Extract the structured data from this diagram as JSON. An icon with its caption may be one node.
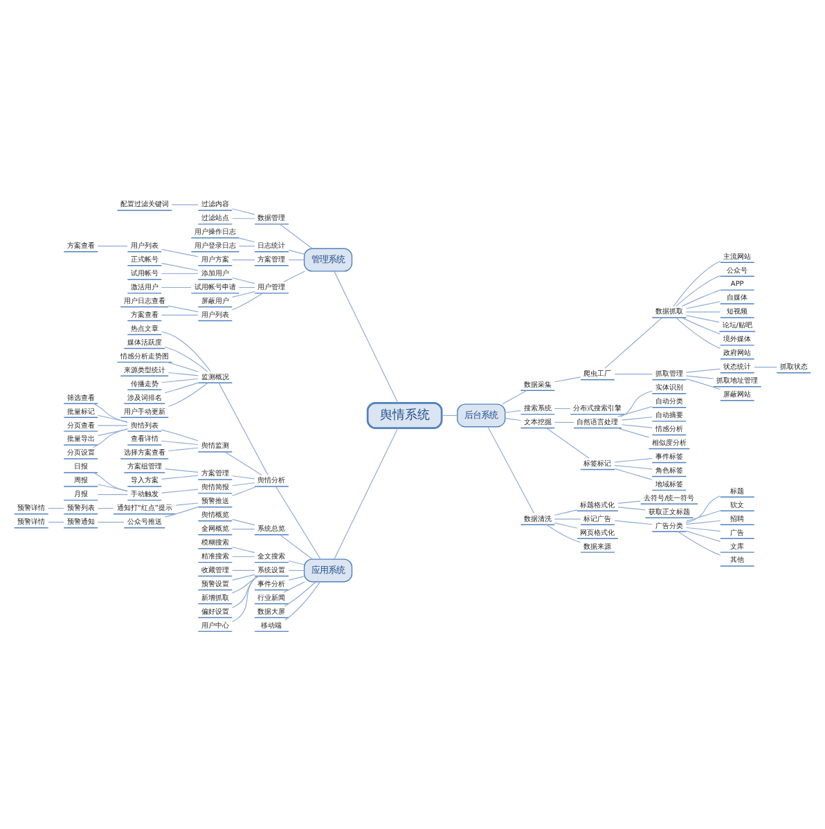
{
  "diagram": {
    "nodes": [
      {
        "text": [
          "舆情系统"
        ]
      },
      {
        "text": [
          "管理系统"
        ]
      },
      {
        "text": [
          "数据管理"
        ]
      },
      {
        "text": [
          "过滤内容"
        ]
      },
      {
        "text": [
          "配置过滤关键词"
        ]
      },
      {
        "text": [
          "过滤站点"
        ]
      },
      {
        "text": [
          "日志统计"
        ]
      },
      {
        "text": [
          "用户操作日志"
        ]
      },
      {
        "text": [
          "用户登录日志"
        ]
      },
      {
        "text": [
          "方案管理"
        ]
      },
      {
        "text": [
          "用户方案"
        ]
      },
      {
        "text": [
          "用户列表"
        ]
      },
      {
        "text": [
          "方案查看"
        ]
      },
      {
        "text": [
          "用户管理"
        ]
      },
      {
        "text": [
          "添加用户"
        ]
      },
      {
        "text": [
          "正式帐号"
        ]
      },
      {
        "text": [
          "试用帐号"
        ]
      },
      {
        "text": [
          "试用帐号申请"
        ]
      },
      {
        "text": [
          "激活用户"
        ]
      },
      {
        "text": [
          "屏蔽用户"
        ]
      },
      {
        "text": [
          "用户列表"
        ]
      },
      {
        "text": [
          "用户日志查看"
        ]
      },
      {
        "text": [
          "方案查看"
        ]
      },
      {
        "text": [
          "应用系统"
        ]
      },
      {
        "text": [
          "舆情分析"
        ]
      },
      {
        "text": [
          "监测概况"
        ]
      },
      {
        "text": [
          "热点文章"
        ]
      },
      {
        "text": [
          "媒体活跃度"
        ]
      },
      {
        "text": [
          "情感分析走势图"
        ]
      },
      {
        "text": [
          "来源类型统计"
        ]
      },
      {
        "text": [
          "传播走势"
        ]
      },
      {
        "text": [
          "涉及词排名"
        ]
      },
      {
        "text": [
          "用户手动更新"
        ]
      },
      {
        "text": [
          "舆情监测"
        ]
      },
      {
        "text": [
          "舆情列表"
        ]
      },
      {
        "text": [
          "筛选查看"
        ]
      },
      {
        "text": [
          "批量标记"
        ]
      },
      {
        "text": [
          "分页查看"
        ]
      },
      {
        "text": [
          "批量导出"
        ]
      },
      {
        "text": [
          "分页设置"
        ]
      },
      {
        "text": [
          "查看详情"
        ]
      },
      {
        "text": [
          "选择方案查看"
        ]
      },
      {
        "text": [
          "方案管理"
        ]
      },
      {
        "text": [
          "方案组管理"
        ]
      },
      {
        "text": [
          "导入方案"
        ]
      },
      {
        "text": [
          "舆情简报"
        ]
      },
      {
        "text": [
          "手动触发"
        ]
      },
      {
        "text": [
          "日报"
        ]
      },
      {
        "text": [
          "周报"
        ]
      },
      {
        "text": [
          "月报"
        ]
      },
      {
        "text": [
          "预警推送"
        ]
      },
      {
        "text": [
          "通知打“红点”提示"
        ]
      },
      {
        "text": [
          "预警列表"
        ]
      },
      {
        "text": [
          "预警详情"
        ]
      },
      {
        "text": [
          "公众号推送"
        ]
      },
      {
        "text": [
          "预警通知"
        ]
      },
      {
        "text": [
          "预警详情"
        ]
      },
      {
        "text": [
          "系统总览"
        ]
      },
      {
        "text": [
          "舆情概览"
        ]
      },
      {
        "text": [
          "全网概览"
        ]
      },
      {
        "text": [
          "全文搜索"
        ]
      },
      {
        "text": [
          "模糊搜索"
        ]
      },
      {
        "text": [
          "精准搜索"
        ]
      },
      {
        "text": [
          "系统设置"
        ]
      },
      {
        "text": [
          "收藏管理"
        ]
      },
      {
        "text": [
          "预警设置"
        ]
      },
      {
        "text": [
          "新增抓取"
        ]
      },
      {
        "text": [
          "偏好设置"
        ]
      },
      {
        "text": [
          "用户中心"
        ]
      },
      {
        "text": [
          "事件分析"
        ]
      },
      {
        "text": [
          "行业新闻"
        ]
      },
      {
        "text": [
          "数据大屏"
        ]
      },
      {
        "text": [
          "移动端"
        ]
      },
      {
        "text": [
          "后台系统"
        ]
      },
      {
        "text": [
          "数据采集"
        ]
      },
      {
        "text": [
          "爬虫工厂"
        ]
      },
      {
        "text": [
          "数据抓取"
        ]
      },
      {
        "text": [
          "主流网站"
        ]
      },
      {
        "text": [
          "公众号"
        ]
      },
      {
        "text": [
          "APP"
        ]
      },
      {
        "text": [
          "自媒体"
        ]
      },
      {
        "text": [
          "短视频"
        ]
      },
      {
        "text": [
          "论坛/贴吧"
        ]
      },
      {
        "text": [
          "境外媒体"
        ]
      },
      {
        "text": [
          "政府网站"
        ]
      },
      {
        "text": [
          "抓取管理"
        ]
      },
      {
        "text": [
          "状态统计"
        ]
      },
      {
        "text": [
          "抓取状态"
        ]
      },
      {
        "text": [
          "抓取地址管理"
        ]
      },
      {
        "text": [
          "屏蔽网站"
        ]
      },
      {
        "text": [
          "搜索系统"
        ]
      },
      {
        "text": [
          "分布式搜索引擎"
        ]
      },
      {
        "text": [
          "文本挖掘"
        ]
      },
      {
        "text": [
          "自然语言处理"
        ]
      },
      {
        "text": [
          "实体识别"
        ]
      },
      {
        "text": [
          "自动分类"
        ]
      },
      {
        "text": [
          "自动摘要"
        ]
      },
      {
        "text": [
          "情感分析"
        ]
      },
      {
        "text": [
          "相似度分析"
        ]
      },
      {
        "text": [
          "标签标记"
        ]
      },
      {
        "text": [
          "事件标签"
        ]
      },
      {
        "text": [
          "角色标签"
        ]
      },
      {
        "text": [
          "地域标签"
        ]
      },
      {
        "text": [
          "数据清洗"
        ]
      },
      {
        "text": [
          "标题格式化"
        ]
      },
      {
        "text": [
          "去符号/统一符号"
        ]
      },
      {
        "text": [
          "获取正文标题"
        ]
      },
      {
        "text": [
          "标记广告"
        ]
      },
      {
        "text": [
          "广告分类"
        ]
      },
      {
        "text": [
          "标题"
        ]
      },
      {
        "text": [
          "软文"
        ]
      },
      {
        "text": [
          "招聘"
        ]
      },
      {
        "text": [
          "广告"
        ]
      },
      {
        "text": [
          "文库"
        ]
      },
      {
        "text": [
          "其他"
        ]
      },
      {
        "text": [
          "网页格式化"
        ]
      },
      {
        "text": [
          "数据来源"
        ]
      }
    ],
    "edges": [
      {
        "from": 1,
        "to": 0,
        "arrow": "none"
      },
      {
        "from": 2,
        "to": 1,
        "arrow": "none"
      },
      {
        "from": 3,
        "to": 2,
        "arrow": "none"
      },
      {
        "from": 4,
        "to": 3,
        "arrow": "none"
      },
      {
        "from": 5,
        "to": 2,
        "arrow": "none"
      },
      {
        "from": 6,
        "to": 1,
        "arrow": "none"
      },
      {
        "from": 7,
        "to": 6,
        "arrow": "none"
      },
      {
        "from": 8,
        "to": 6,
        "arrow": "none"
      },
      {
        "from": 9,
        "to": 1,
        "arrow": "none"
      },
      {
        "from": 10,
        "to": 9,
        "arrow": "none"
      },
      {
        "from": 11,
        "to": 10,
        "arrow": "none"
      },
      {
        "from": 12,
        "to": 11,
        "arrow": "none"
      },
      {
        "from": 13,
        "to": 1,
        "arrow": "none"
      },
      {
        "from": 14,
        "to": 13,
        "arrow": "none"
      },
      {
        "from": 15,
        "to": 14,
        "arrow": "none"
      },
      {
        "from": 16,
        "to": 14,
        "arrow": "none"
      },
      {
        "from": 17,
        "to": 13,
        "arrow": "none"
      },
      {
        "from": 18,
        "to": 17,
        "arrow": "none"
      },
      {
        "from": 19,
        "to": 13,
        "arrow": "none"
      },
      {
        "from": 20,
        "to": 13,
        "arrow": "none"
      },
      {
        "from": 21,
        "to": 20,
        "arrow": "none"
      },
      {
        "from": 22,
        "to": 20,
        "arrow": "none"
      },
      {
        "from": 23,
        "to": 0,
        "arrow": "none"
      },
      {
        "from": 24,
        "to": 23,
        "arrow": "none"
      },
      {
        "from": 25,
        "to": 24,
        "arrow": "none"
      },
      {
        "from": 26,
        "to": 25,
        "arrow": "none"
      },
      {
        "from": 27,
        "to": 25,
        "arrow": "none"
      },
      {
        "from": 28,
        "to": 25,
        "arrow": "none"
      },
      {
        "from": 29,
        "to": 25,
        "arrow": "none"
      },
      {
        "from": 30,
        "to": 25,
        "arrow": "none"
      },
      {
        "from": 31,
        "to": 25,
        "arrow": "none"
      },
      {
        "from": 32,
        "to": 25,
        "arrow": "none"
      },
      {
        "from": 33,
        "to": 24,
        "arrow": "none"
      },
      {
        "from": 34,
        "to": 33,
        "arrow": "none"
      },
      {
        "from": 35,
        "to": 34,
        "arrow": "none"
      },
      {
        "from": 36,
        "to": 34,
        "arrow": "none"
      },
      {
        "from": 37,
        "to": 34,
        "arrow": "none"
      },
      {
        "from": 38,
        "to": 34,
        "arrow": "none"
      },
      {
        "from": 39,
        "to": 34,
        "arrow": "none"
      },
      {
        "from": 40,
        "to": 33,
        "arrow": "none"
      },
      {
        "from": 41,
        "to": 33,
        "arrow": "none"
      },
      {
        "from": 42,
        "to": 24,
        "arrow": "none"
      },
      {
        "from": 43,
        "to": 42,
        "arrow": "none"
      },
      {
        "from": 44,
        "to": 42,
        "arrow": "none"
      },
      {
        "from": 45,
        "to": 24,
        "arrow": "none"
      },
      {
        "from": 46,
        "to": 45,
        "arrow": "none"
      },
      {
        "from": 47,
        "to": 46,
        "arrow": "none"
      },
      {
        "from": 48,
        "to": 46,
        "arrow": "none"
      },
      {
        "from": 49,
        "to": 46,
        "arrow": "none"
      },
      {
        "from": 50,
        "to": 24,
        "arrow": "none"
      },
      {
        "from": 51,
        "to": 50,
        "arrow": "none"
      },
      {
        "from": 52,
        "to": 51,
        "arrow": "none"
      },
      {
        "from": 53,
        "to": 52,
        "arrow": "none"
      },
      {
        "from": 54,
        "to": 50,
        "arrow": "none"
      },
      {
        "from": 55,
        "to": 54,
        "arrow": "none"
      },
      {
        "from": 56,
        "to": 55,
        "arrow": "none"
      },
      {
        "from": 57,
        "to": 23,
        "arrow": "none"
      },
      {
        "from": 58,
        "to": 57,
        "arrow": "none"
      },
      {
        "from": 59,
        "to": 57,
        "arrow": "none"
      },
      {
        "from": 60,
        "to": 23,
        "arrow": "none"
      },
      {
        "from": 61,
        "to": 60,
        "arrow": "none"
      },
      {
        "from": 62,
        "to": 60,
        "arrow": "none"
      },
      {
        "from": 63,
        "to": 23,
        "arrow": "none"
      },
      {
        "from": 64,
        "to": 63,
        "arrow": "none"
      },
      {
        "from": 65,
        "to": 63,
        "arrow": "none"
      },
      {
        "from": 66,
        "to": 63,
        "arrow": "none"
      },
      {
        "from": 67,
        "to": 63,
        "arrow": "none"
      },
      {
        "from": 68,
        "to": 63,
        "arrow": "none"
      },
      {
        "from": 69,
        "to": 23,
        "arrow": "none"
      },
      {
        "from": 70,
        "to": 23,
        "arrow": "none"
      },
      {
        "from": 71,
        "to": 23,
        "arrow": "none"
      },
      {
        "from": 72,
        "to": 23,
        "arrow": "none"
      },
      {
        "from": 0,
        "to": 73,
        "arrow": "none"
      },
      {
        "from": 73,
        "to": 74,
        "arrow": "none"
      },
      {
        "from": 74,
        "to": 75,
        "arrow": "none"
      },
      {
        "from": 75,
        "to": 76,
        "arrow": "none"
      },
      {
        "from": 76,
        "to": 77,
        "arrow": "none"
      },
      {
        "from": 76,
        "to": 78,
        "arrow": "none"
      },
      {
        "from": 76,
        "to": 79,
        "arrow": "none"
      },
      {
        "from": 76,
        "to": 80,
        "arrow": "none"
      },
      {
        "from": 76,
        "to": 81,
        "arrow": "none"
      },
      {
        "from": 76,
        "to": 82,
        "arrow": "none"
      },
      {
        "from": 76,
        "to": 83,
        "arrow": "none"
      },
      {
        "from": 76,
        "to": 84,
        "arrow": "none"
      },
      {
        "from": 75,
        "to": 85,
        "arrow": "none"
      },
      {
        "from": 85,
        "to": 86,
        "arrow": "none"
      },
      {
        "from": 86,
        "to": 87,
        "arrow": "none"
      },
      {
        "from": 85,
        "to": 88,
        "arrow": "none"
      },
      {
        "from": 85,
        "to": 89,
        "arrow": "none"
      },
      {
        "from": 73,
        "to": 90,
        "arrow": "none"
      },
      {
        "from": 90,
        "to": 91,
        "arrow": "none"
      },
      {
        "from": 73,
        "to": 92,
        "arrow": "none"
      },
      {
        "from": 92,
        "to": 93,
        "arrow": "none"
      },
      {
        "from": 93,
        "to": 94,
        "arrow": "none"
      },
      {
        "from": 93,
        "to": 95,
        "arrow": "none"
      },
      {
        "from": 93,
        "to": 96,
        "arrow": "none"
      },
      {
        "from": 93,
        "to": 97,
        "arrow": "none"
      },
      {
        "from": 93,
        "to": 98,
        "arrow": "none"
      },
      {
        "from": 92,
        "to": 99,
        "arrow": "none"
      },
      {
        "from": 99,
        "to": 100,
        "arrow": "none"
      },
      {
        "from": 99,
        "to": 101,
        "arrow": "none"
      },
      {
        "from": 99,
        "to": 102,
        "arrow": "none"
      },
      {
        "from": 73,
        "to": 103,
        "arrow": "none"
      },
      {
        "from": 103,
        "to": 104,
        "arrow": "none"
      },
      {
        "from": 104,
        "to": 105,
        "arrow": "none"
      },
      {
        "from": 104,
        "to": 106,
        "arrow": "none"
      },
      {
        "from": 103,
        "to": 107,
        "arrow": "none"
      },
      {
        "from": 107,
        "to": 108,
        "arrow": "none"
      },
      {
        "from": 108,
        "to": 109,
        "arrow": "none"
      },
      {
        "from": 108,
        "to": 110,
        "arrow": "none"
      },
      {
        "from": 108,
        "to": 111,
        "arrow": "none"
      },
      {
        "from": 108,
        "to": 112,
        "arrow": "none"
      },
      {
        "from": 108,
        "to": 113,
        "arrow": "none"
      },
      {
        "from": 108,
        "to": 114,
        "arrow": "none"
      },
      {
        "from": 103,
        "to": 115,
        "arrow": "none"
      },
      {
        "from": 103,
        "to": 116,
        "arrow": "none"
      }
    ]
  }
}
